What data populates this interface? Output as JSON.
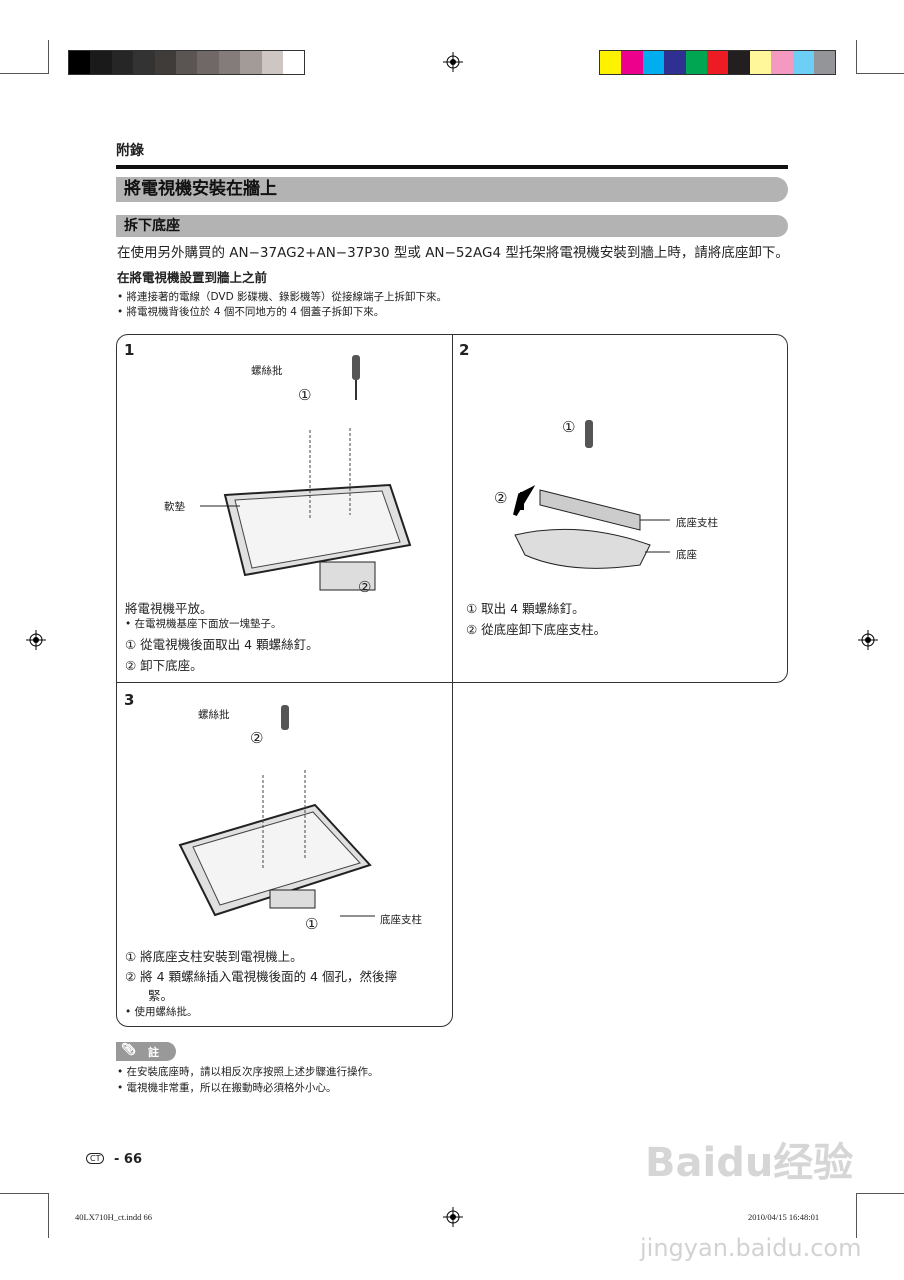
{
  "colors": {
    "gray_bar": [
      "#000000",
      "#1a1a1a",
      "#262626",
      "#333333",
      "#403c3a",
      "#5a5553",
      "#6f6866",
      "#847c7a",
      "#a39b98",
      "#cdc6c2",
      "#ffffff"
    ],
    "color_bar": [
      "#fff200",
      "#ec008c",
      "#00aeef",
      "#2e3192",
      "#00a651",
      "#ed1c24",
      "#231f20",
      "#fff799",
      "#f49ac1",
      "#6dcff6",
      "#939598"
    ],
    "pill": "#b3b3b3"
  },
  "header": {
    "section": "附錄"
  },
  "title": "將電視機安裝在牆上",
  "subtitle": "拆下底座",
  "intro": "在使用另外購買的 AN−37AG2+AN−37P30 型或 AN−52AG4 型托架將電視機安裝到牆上時，請將底座卸下。",
  "before": {
    "heading": "在將電視機設置到牆上之前",
    "bullets": [
      "將連接著的電線（DVD 影碟機、錄影機等）從接線端子上拆卸下來。",
      "將電視機背後位於 4 個不同地方的 4 個蓋子拆卸下來。"
    ]
  },
  "steps": [
    {
      "number": "1",
      "labels": {
        "screwdriver": "螺絲批",
        "cushion": "軟墊",
        "c1": "①",
        "c2": "②"
      },
      "text": "將電視機平放。",
      "bullet": "在電視機基座下面放一塊墊子。",
      "items": [
        "① 從電視機後面取出 4 顆螺絲釘。",
        "② 卸下底座。"
      ]
    },
    {
      "number": "2",
      "labels": {
        "post": "底座支柱",
        "base": "底座",
        "c1": "①",
        "c2": "②"
      },
      "items": [
        "① 取出 4 顆螺絲釘。",
        "② 從底座卸下底座支柱。"
      ]
    },
    {
      "number": "3",
      "labels": {
        "screwdriver": "螺絲批",
        "post": "底座支柱",
        "c1": "①",
        "c2": "②"
      },
      "items": [
        "① 將底座支柱安裝到電視機上。",
        "② 將 4 顆螺絲插入電視機後面的 4 個孔，然後擰",
        "緊。"
      ],
      "bullet": "使用螺絲批。"
    }
  ],
  "note": {
    "label": "註",
    "bullets": [
      "在安裝底座時，請以相反次序按照上述步驟進行操作。",
      "電視機非常重，所以在搬動時必須格外小心。"
    ]
  },
  "footer": {
    "lang": "CT",
    "page": "- 66",
    "file": "40LX710H_ct.indd   66",
    "timestamp": "2010/04/15   16:48:01"
  },
  "watermark": {
    "brand": "Baidu经验",
    "url": "jingyan.baidu.com"
  }
}
